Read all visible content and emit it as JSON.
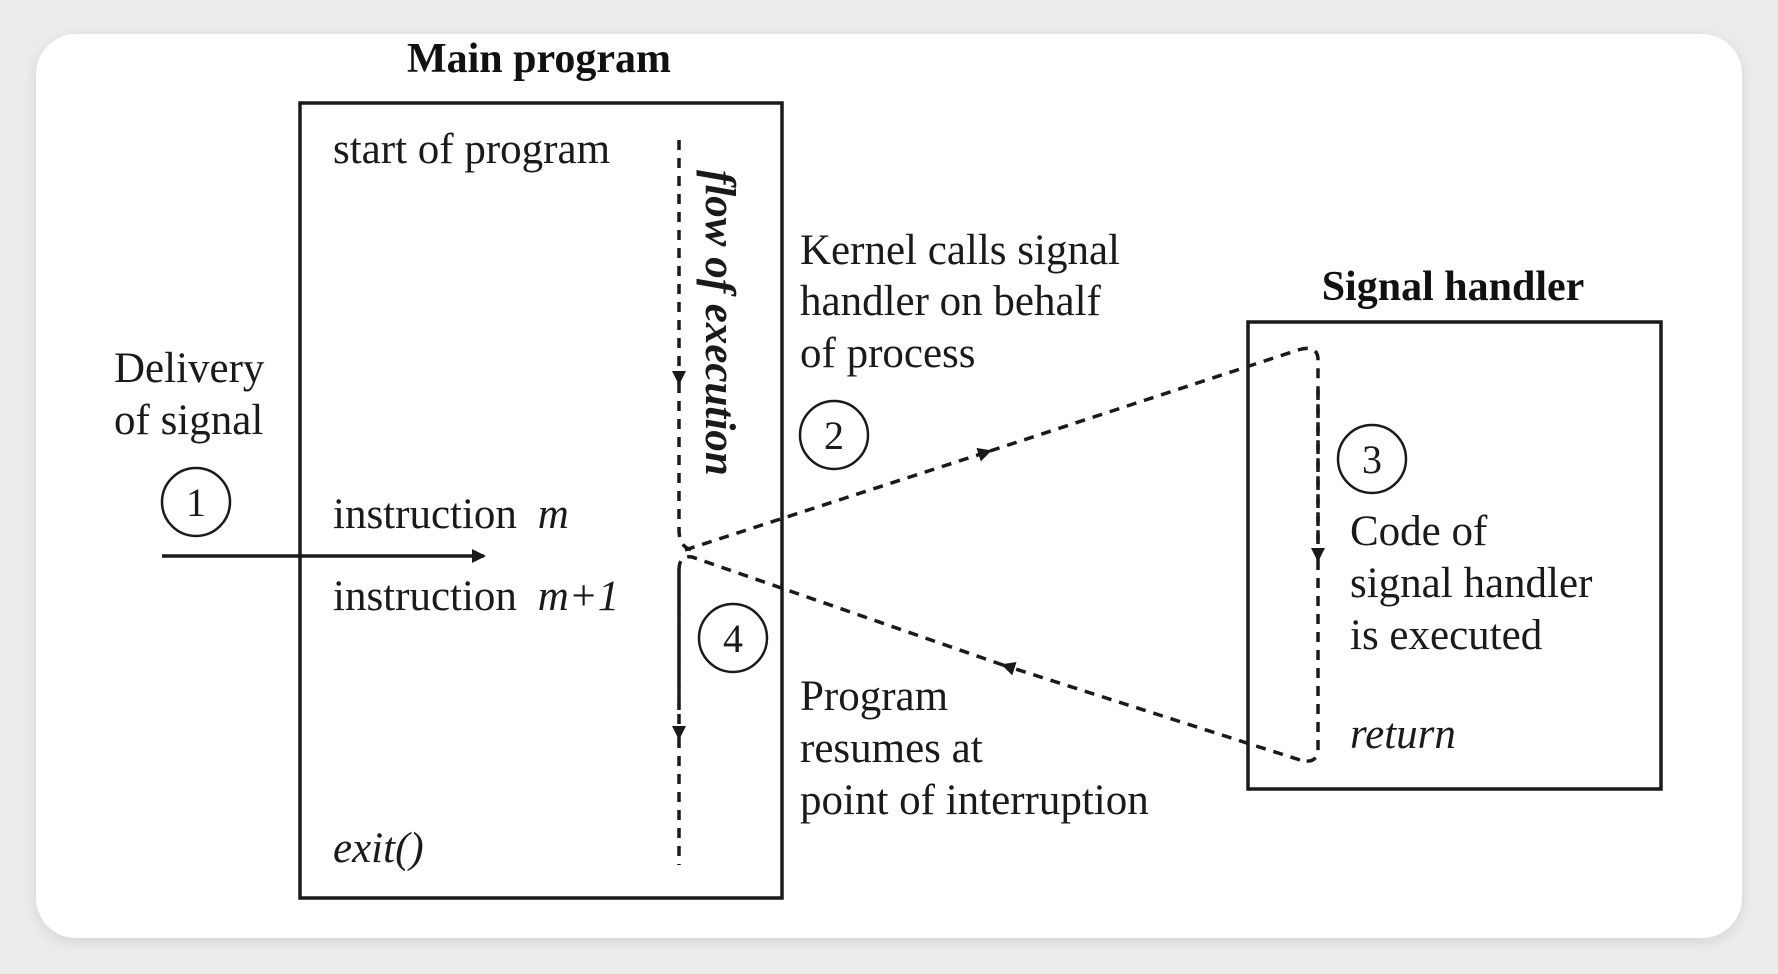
{
  "titles": {
    "main_program": "Main program",
    "signal_handler": "Signal handler"
  },
  "main_program": {
    "start": "start of program",
    "instruction_m_prefix": "instruction",
    "instruction_m_var": "m",
    "instruction_m1_prefix": "instruction",
    "instruction_m1_var": "m+1",
    "exit": "exit()",
    "flow_label": "flow of execution"
  },
  "signal_handler": {
    "code_line1": "Code of",
    "code_line2": "signal handler",
    "code_line3": "is executed",
    "return": "return"
  },
  "annotations": {
    "delivery_line1": "Delivery",
    "delivery_line2": "of signal",
    "kernel_line1": "Kernel calls signal",
    "kernel_line2": "handler on behalf",
    "kernel_line3": "of process",
    "resume_line1": "Program",
    "resume_line2": "resumes at",
    "resume_line3": "point of interruption"
  },
  "steps": [
    "1",
    "2",
    "3",
    "4"
  ],
  "colors": {
    "stroke": "#1a1a1a",
    "card": "#ffffff",
    "background": "#ececec"
  }
}
